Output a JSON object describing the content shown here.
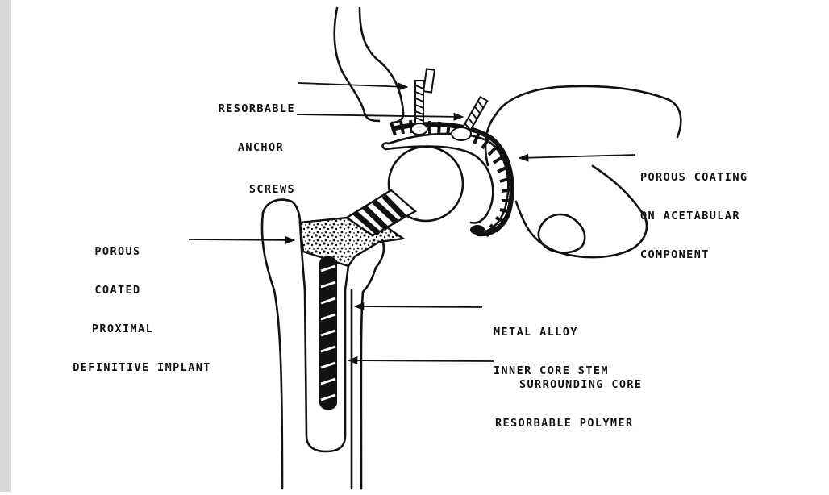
{
  "labels": {
    "resorbable_anchor_screws": [
      "RESORBABLE",
      "ANCHOR",
      "SCREWS"
    ],
    "porous_coating_acetabular": [
      "POROUS COATING",
      "ON ACETABULAR",
      "COMPONENT"
    ],
    "porous_coated_proximal": [
      "POROUS",
      "COATED",
      "PROXIMAL",
      "DEFINITIVE IMPLANT"
    ],
    "metal_alloy_core": [
      "METAL ALLOY",
      "INNER CORE STEM"
    ],
    "surrounding_core_polymer": [
      "SURROUNDING CORE",
      "RESORBABLE POLYMER"
    ]
  },
  "colors": {
    "ink": "#111111",
    "background": "#ffffff",
    "left_margin_shade": "#d8d8d8"
  }
}
